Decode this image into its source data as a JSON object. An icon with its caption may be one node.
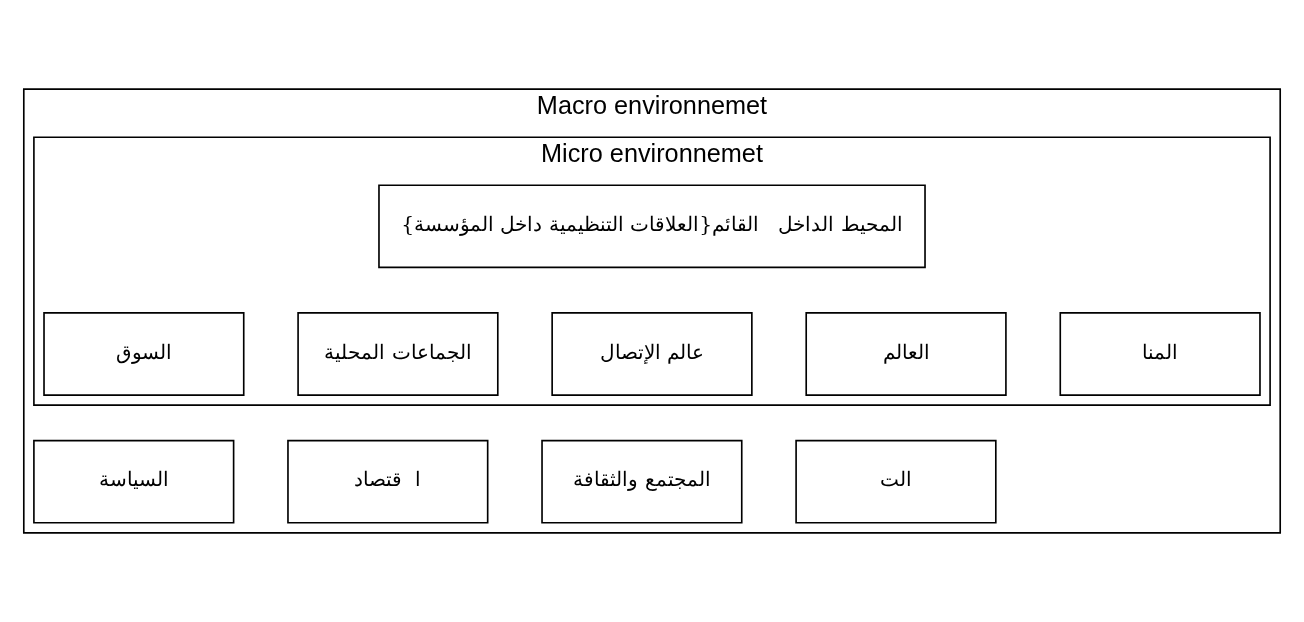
{
  "diagram": {
    "nodes": [
      {
        "text": [
          "Macro environnemet"
        ]
      },
      {
        "text": [
          "Micro environnemet"
        ],
        "in": 0
      },
      {
        "text": [
          "المحيط الداخل   القائم{العلاقات التنظيمية داخل المؤسسة}"
        ],
        "in": 1
      },
      {
        "text": [
          "المنا"
        ],
        "in": 1
      },
      {
        "text": [
          "العالم"
        ],
        "in": 1
      },
      {
        "text": [
          "عالم الإتصال"
        ],
        "in": 1
      },
      {
        "text": [
          "الجماعات المحلية"
        ],
        "in": 1
      },
      {
        "text": [
          "السوق"
        ],
        "in": 1
      },
      {
        "text": [
          "الت"
        ],
        "in": 0
      },
      {
        "text": [
          "المجتمع والثقافة"
        ],
        "in": 0
      },
      {
        "text": [
          "ا  قتصاد"
        ],
        "in": 0
      },
      {
        "text": [
          "السياسة"
        ],
        "in": 0
      }
    ]
  }
}
